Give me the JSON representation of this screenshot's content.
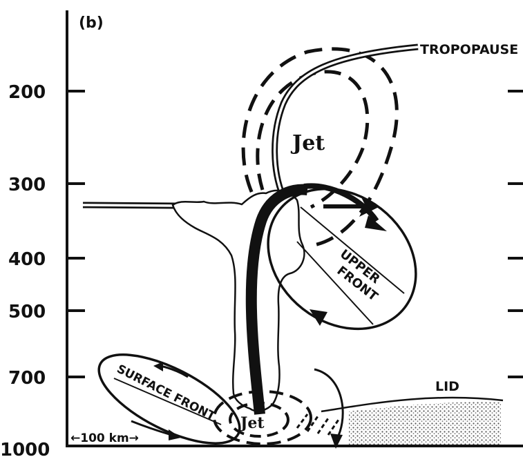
{
  "panel_label": "(b)",
  "y_axis": {
    "ticks": [
      "200",
      "300",
      "400",
      "500",
      "700",
      "1000"
    ]
  },
  "labels": {
    "tropopause": "TROPOPAUSE",
    "jet_upper": "Jet",
    "jet_lower": "Jet",
    "upper_front_line1": "UPPER",
    "upper_front_line2": "FRONT",
    "surface_front": "SURFACE FRONT",
    "lid": "LID",
    "scale": "←100 km→"
  }
}
